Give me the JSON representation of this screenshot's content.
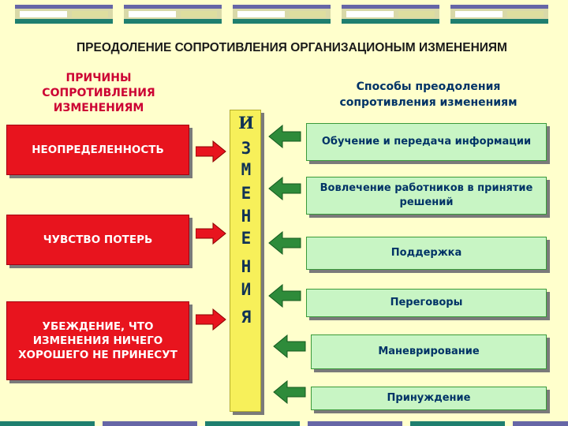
{
  "title": "ПРЕОДОЛЕНИЕ СОПРОТИВЛЕНИЯ ОРГАНИЗАЦИОНЫМ ИЗМЕНЕНИЯМ",
  "causes_heading": "ПРИЧИНЫ СОПРОТИВЛЕНИЯ ИЗМЕНЕНИЯМ",
  "methods_heading": "Способы преодоления сопротивления изменениям",
  "causes": [
    "НЕОПРЕДЕЛЕННОСТЬ",
    "ЧУВСТВО ПОТЕРЬ",
    "УБЕЖДЕНИЕ, ЧТО ИЗМЕНЕНИЯ НИЧЕГО ХОРОШЕГО НЕ ПРИНЕСУТ"
  ],
  "column_letters": [
    "И",
    "З",
    "М",
    "Е",
    "Н",
    "Е",
    "Н",
    "И",
    "Я"
  ],
  "methods": [
    "Обучение и передача информации",
    "Вовлечение работников в принятие решений",
    "Поддержка",
    "Переговоры",
    "Маневрирование",
    "Принуждение"
  ],
  "colors": {
    "background": "#ffffcc",
    "cause_box": "#e8141e",
    "column": "#f7f05a",
    "method_box": "#c8f5c4",
    "red_arrow": "#e8141e",
    "green_arrow": "#2e8b3a"
  }
}
